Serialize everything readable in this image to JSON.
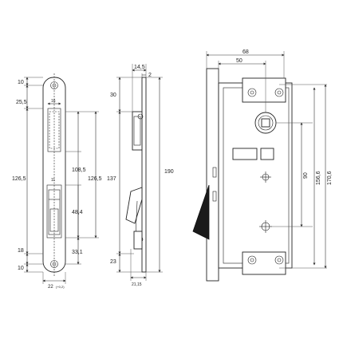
{
  "front_view": {
    "dims_left": [
      "10",
      "25,5",
      "126,5",
      "18",
      "10"
    ],
    "dims_right": [
      "108,5",
      "126,5",
      "48,4",
      "33,1"
    ],
    "width_top": "16",
    "inner_label": "11",
    "width_bottom": "22",
    "width_bottom_suffix": "(+0,2)"
  },
  "side_view": {
    "top_a": "14,5",
    "top_b": "2",
    "left_top": "30",
    "left_mid": "137",
    "left_bottom": "23",
    "height": "190",
    "bottom": "21,15"
  },
  "rear_view": {
    "width_outer": "68",
    "width_inner": "50",
    "v1": "90",
    "v2": "156,6",
    "v3": "170,6"
  }
}
